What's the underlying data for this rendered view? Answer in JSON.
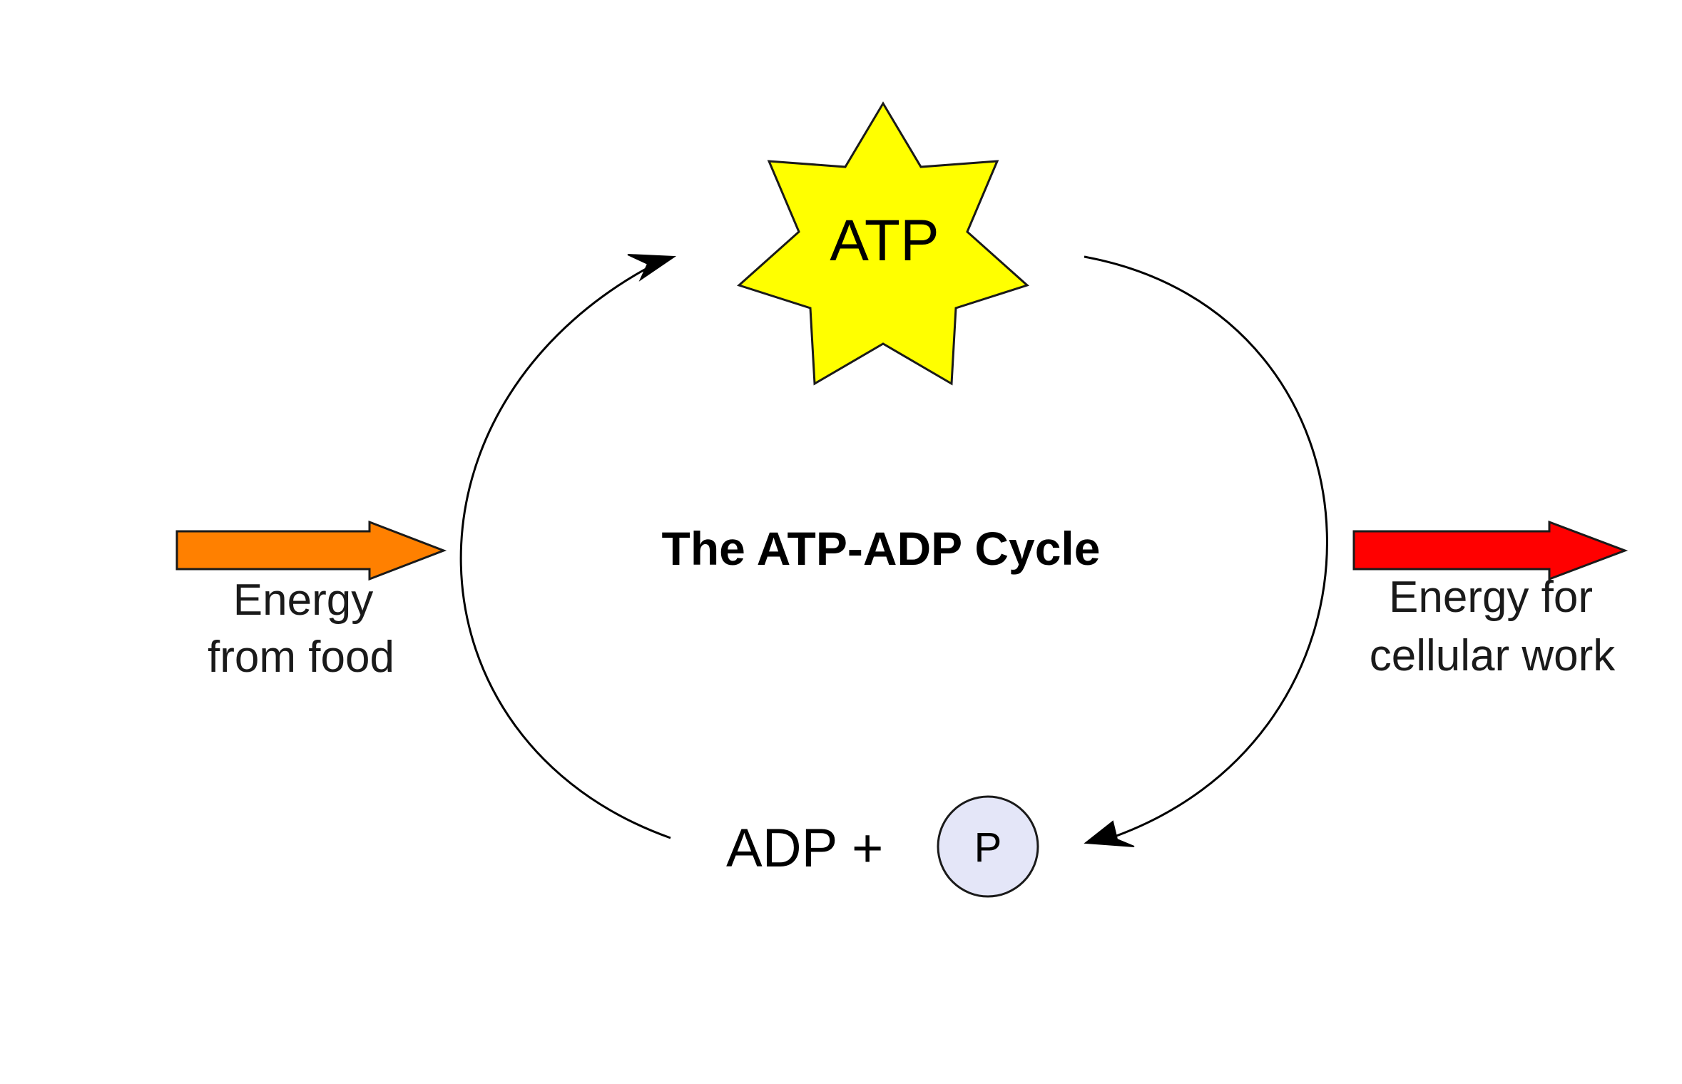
{
  "diagram": {
    "title": "The ATP-ADP Cycle",
    "atp_label": "ATP",
    "adp_label": "ADP +",
    "phosphate_label": "P",
    "energy_in": {
      "line1": "Energy",
      "line2": "from food"
    },
    "energy_out": {
      "line1": "Energy for",
      "line2": "cellular work"
    }
  },
  "colors": {
    "atp_star_fill": "#ffff00",
    "phosphate_fill": "#e4e6f8",
    "energy_in_arrow": "#ff8000",
    "energy_out_arrow": "#ff0000",
    "line": "#000000"
  },
  "icons": {
    "atp": "star-burst-icon",
    "phosphate": "circle-icon",
    "energy_in": "right-arrow-icon",
    "energy_out": "right-arrow-icon"
  }
}
